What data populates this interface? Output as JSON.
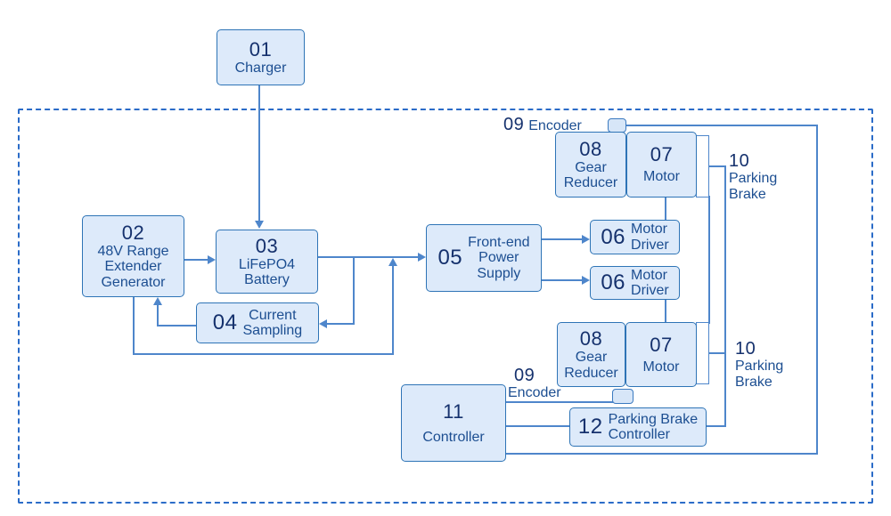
{
  "nodes": {
    "charger": {
      "num": "01",
      "lines": [
        "Charger"
      ]
    },
    "generator": {
      "num": "02",
      "lines": [
        "48V Range",
        "Extender",
        "Generator"
      ]
    },
    "battery": {
      "num": "03",
      "lines": [
        "LiFePO4",
        "Battery"
      ]
    },
    "current_sampling": {
      "num": "04",
      "lines": [
        "Current",
        "Sampling"
      ]
    },
    "front_end_power_supply": {
      "num": "05",
      "lines": [
        "Front-end",
        "Power",
        "Supply"
      ]
    },
    "motor_driver_top": {
      "num": "06",
      "lines": [
        "Motor",
        "Driver"
      ]
    },
    "motor_driver_bottom": {
      "num": "06",
      "lines": [
        "Motor",
        "Driver"
      ]
    },
    "motor_top": {
      "num": "07",
      "lines": [
        "Motor"
      ]
    },
    "motor_bottom": {
      "num": "07",
      "lines": [
        "Motor"
      ]
    },
    "gear_reducer_top": {
      "num": "08",
      "lines": [
        "Gear",
        "Reducer"
      ]
    },
    "gear_reducer_bottom": {
      "num": "08",
      "lines": [
        "Gear",
        "Reducer"
      ]
    },
    "controller": {
      "num": "11",
      "lines": [
        "Controller"
      ]
    },
    "parking_brake_controller": {
      "num": "12",
      "lines": [
        "Parking Brake",
        "Controller"
      ]
    }
  },
  "labels": {
    "encoder_top": {
      "num": "09",
      "text": "Encoder"
    },
    "encoder_bottom": {
      "num": "09",
      "text": "Encoder"
    },
    "parking_brake_top": {
      "num": "10",
      "lines": [
        "Parking",
        "Brake"
      ]
    },
    "parking_brake_bottom": {
      "num": "10",
      "lines": [
        "Parking",
        "Brake"
      ]
    }
  },
  "colors": {
    "node_fill": "#ddeafa",
    "node_border": "#2e74b6",
    "connector": "#4e86cb",
    "number_text": "#15316d",
    "label_text": "#1c4e91",
    "dashed_frame": "#2b6cc8"
  }
}
